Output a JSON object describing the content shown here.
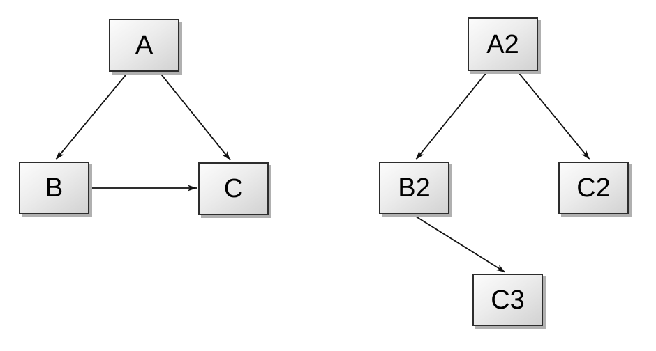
{
  "graphs": [
    {
      "name": "left-graph",
      "nodes": [
        {
          "id": "A",
          "label": "A"
        },
        {
          "id": "B",
          "label": "B"
        },
        {
          "id": "C",
          "label": "C"
        }
      ],
      "edges": [
        {
          "from": "A",
          "to": "B"
        },
        {
          "from": "A",
          "to": "C"
        },
        {
          "from": "B",
          "to": "C"
        }
      ]
    },
    {
      "name": "right-graph",
      "nodes": [
        {
          "id": "A2",
          "label": "A2"
        },
        {
          "id": "B2",
          "label": "B2"
        },
        {
          "id": "C2",
          "label": "C2"
        },
        {
          "id": "C3",
          "label": "C3"
        }
      ],
      "edges": [
        {
          "from": "A2",
          "to": "B2"
        },
        {
          "from": "A2",
          "to": "C2"
        },
        {
          "from": "B2",
          "to": "C3"
        }
      ]
    }
  ],
  "colors": {
    "background": "#ffffff",
    "node_border": "#2d2d2d",
    "node_fill_light": "#fcfcfc",
    "node_fill_dark": "#d2d2d2",
    "node_shadow": "#b0b0b0",
    "edge": "#111111",
    "label_text": "#000000"
  }
}
